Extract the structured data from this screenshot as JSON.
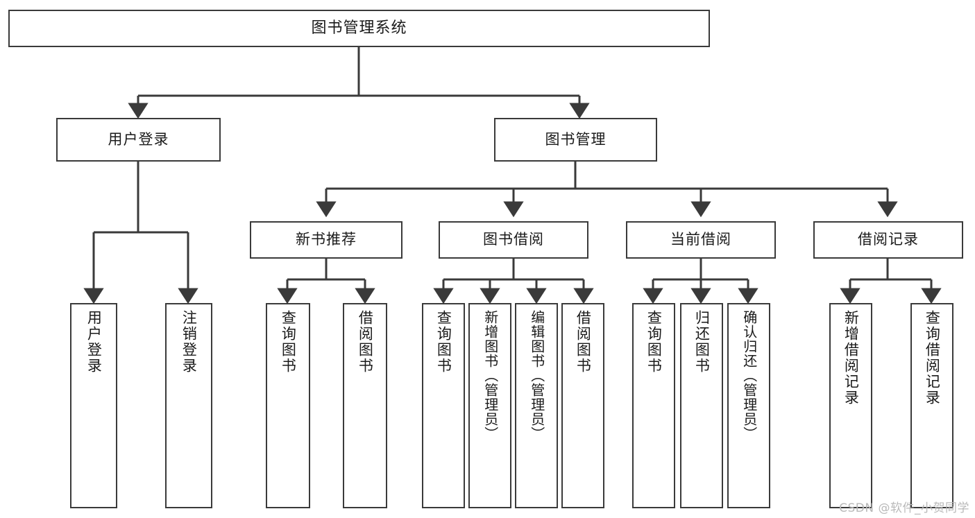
{
  "diagram": {
    "title": "图书管理系统",
    "type": "tree-hierarchy-diagram",
    "watermark": "CSDN @软件_小贺同学",
    "colors": {
      "background": "#ffffff",
      "box_border": "#3a3a3a",
      "connector": "#3a3a3a",
      "text": "#1a1a1a",
      "watermark": "#b9b9b9"
    }
  },
  "nodes": {
    "root": {
      "label": "图书管理系统"
    },
    "level2": [
      {
        "label": "用户登录"
      },
      {
        "label": "图书管理"
      }
    ],
    "level3": [
      {
        "label": "新书推荐"
      },
      {
        "label": "图书借阅"
      },
      {
        "label": "当前借阅"
      },
      {
        "label": "借阅记录"
      }
    ],
    "leaves": {
      "user_login": [
        {
          "label": "用户登录"
        },
        {
          "label": "注销登录"
        }
      ],
      "new_book_recommend": [
        {
          "label": "查询图书"
        },
        {
          "label": "借阅图书"
        }
      ],
      "book_borrow": [
        {
          "label": "查询图书"
        },
        {
          "label": "新增图书（管理员）"
        },
        {
          "label": "编辑图书（管理员）"
        },
        {
          "label": "借阅图书"
        }
      ],
      "current_borrow": [
        {
          "label": "查询图书"
        },
        {
          "label": "归还图书"
        },
        {
          "label": "确认归还（管理员）"
        }
      ],
      "borrow_record": [
        {
          "label": "新增借阅记录"
        },
        {
          "label": "查询借阅记录"
        }
      ]
    }
  }
}
